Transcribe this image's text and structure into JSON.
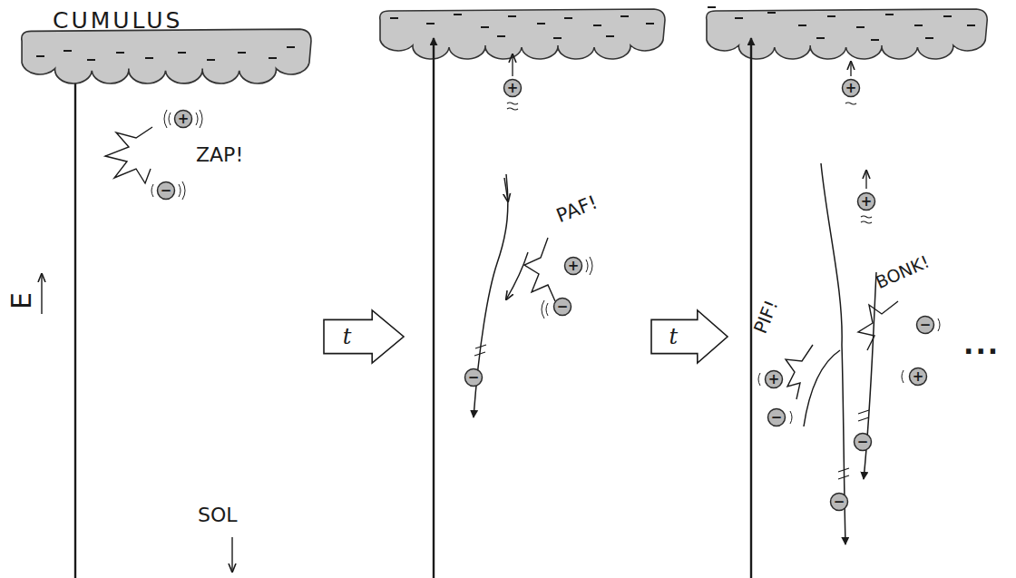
{
  "diagram": {
    "nodes": [
      {
        "text": [
          "CUMULUS"
        ]
      },
      {
        "text": [
          "+"
        ]
      },
      {
        "text": [
          "−"
        ]
      },
      {
        "text": [
          "t"
        ]
      },
      {
        "text": [
          "+"
        ]
      },
      {
        "text": [
          "+"
        ]
      },
      {
        "text": [
          "−"
        ]
      },
      {
        "text": [
          "−"
        ]
      },
      {
        "text": [
          "t"
        ]
      },
      {
        "text": [
          "+"
        ]
      },
      {
        "text": [
          "+"
        ]
      },
      {
        "text": [
          "−"
        ]
      },
      {
        "text": [
          "+"
        ]
      },
      {
        "text": [
          "+"
        ]
      },
      {
        "text": [
          "−"
        ]
      },
      {
        "text": [
          "−"
        ]
      },
      {
        "text": [
          "−"
        ]
      }
    ],
    "labels": [
      "ZAP!",
      "E",
      "PAF!",
      "PIF!",
      "BONK!",
      "...",
      "SOL"
    ]
  }
}
